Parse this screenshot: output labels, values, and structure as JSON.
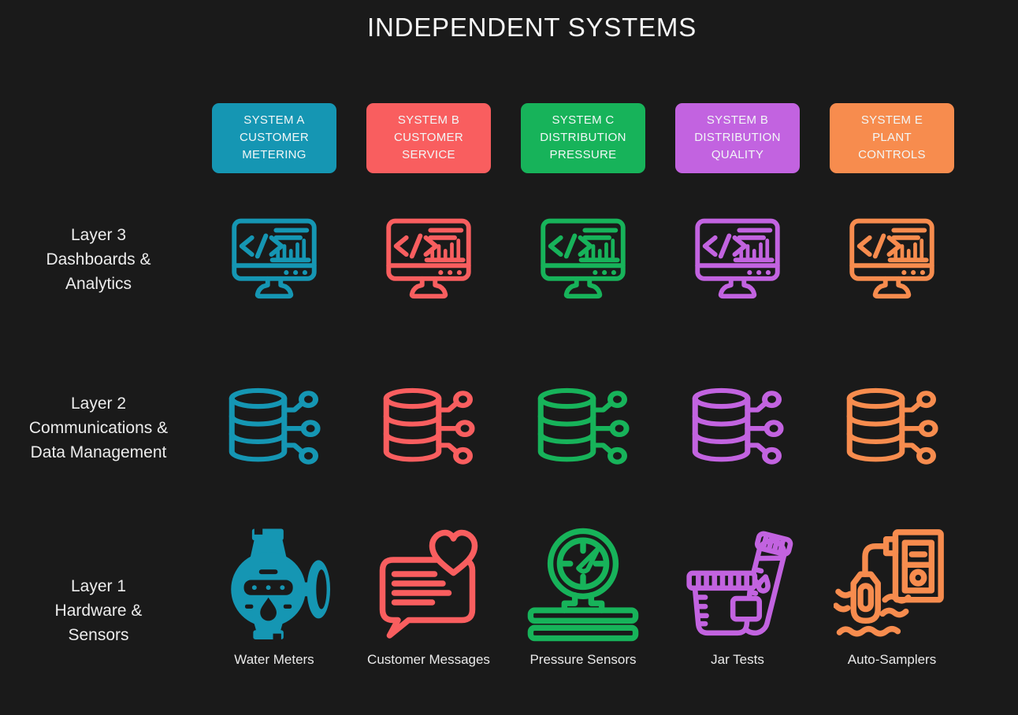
{
  "title": "INDEPENDENT SYSTEMS",
  "colors": {
    "background": "#1a1a1a",
    "text": "#f2f2f2",
    "system_a_teal": "#1596b3",
    "system_b_red": "#f95e5f",
    "system_c_green": "#17b35a",
    "system_d_purple": "#c263e0",
    "system_e_orange": "#f78c4e"
  },
  "layer_rows": [
    {
      "lines": [
        "Layer 3",
        "Dashboards &",
        "Analytics"
      ],
      "icon": "dashboard-analytics-monitor"
    },
    {
      "lines": [
        "Layer 2",
        "Communications &",
        "Data Management"
      ],
      "icon": "database-network"
    },
    {
      "lines": [
        "Layer 1",
        "Hardware &",
        "Sensors"
      ],
      "icon": "per-system-hardware"
    }
  ],
  "systems": [
    {
      "lines": [
        "SYSTEM A",
        "CUSTOMER",
        "METERING"
      ],
      "color": "#1596b3",
      "hardware_label": "Water Meters",
      "hardware_icon": "water-meter"
    },
    {
      "lines": [
        "SYSTEM B",
        "CUSTOMER",
        "SERVICE"
      ],
      "color": "#f95e5f",
      "hardware_label": "Customer Messages",
      "hardware_icon": "chat-messages-heart"
    },
    {
      "lines": [
        "SYSTEM C",
        "DISTRIBUTION",
        "PRESSURE"
      ],
      "color": "#17b35a",
      "hardware_label": "Pressure Sensors",
      "hardware_icon": "pressure-gauge"
    },
    {
      "lines": [
        "SYSTEM B",
        "DISTRIBUTION",
        "QUALITY"
      ],
      "color": "#c263e0",
      "hardware_label": "Jar Tests",
      "hardware_icon": "jar-test"
    },
    {
      "lines": [
        "SYSTEM E",
        "PLANT",
        "CONTROLS"
      ],
      "color": "#f78c4e",
      "hardware_label": "Auto-Samplers",
      "hardware_icon": "auto-sampler"
    }
  ]
}
